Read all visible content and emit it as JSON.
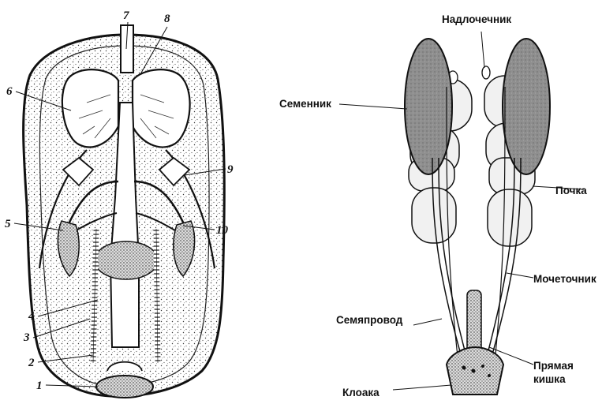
{
  "left_figure": {
    "callouts": [
      "1",
      "2",
      "3",
      "4",
      "5",
      "6",
      "7",
      "8",
      "9",
      "10"
    ]
  },
  "right_figure": {
    "labels": {
      "adrenal": "Надлочечник",
      "testis": "Семенник",
      "kidney": "Почка",
      "ureter": "Мочеточник",
      "vas_deferens": "Семяпровод",
      "rectum_line1": "Прямая",
      "rectum_line2": "кишка",
      "cloaca": "Клоака"
    }
  },
  "colors": {
    "testis_fill": "#8a8a8a",
    "kidney_fill": "#f1f1f1",
    "line": "#111111"
  }
}
